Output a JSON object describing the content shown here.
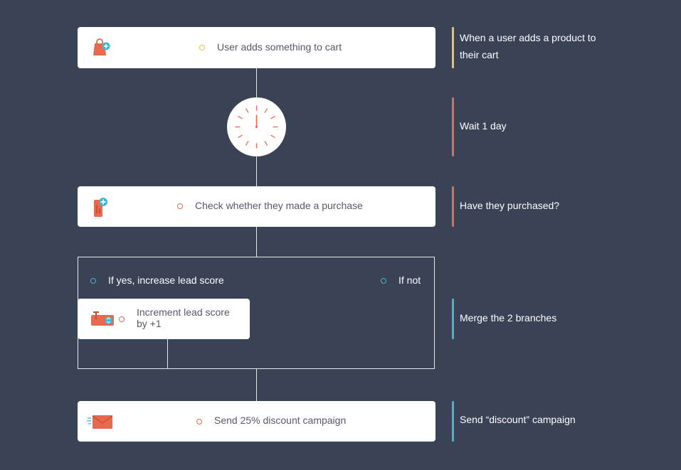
{
  "colors": {
    "background": "#3a4255",
    "node": "#ffffff",
    "connector": "#e5e8ef",
    "accent_yellow": "#f2c14e",
    "accent_red": "#e86a4e",
    "accent_blue": "#3fb6d3",
    "text_dark": "#55596a"
  },
  "nodes": {
    "trigger": {
      "label": "User adds something to cart",
      "icon": "shopping-bag-plus-icon"
    },
    "wait": {
      "icon": "clock-icon"
    },
    "check": {
      "label": "Check whether they made a purchase",
      "icon": "receipt-plus-icon"
    },
    "branch": {
      "yes_label": "If yes, increase lead score",
      "no_label": "If not",
      "action": {
        "label_line1": "Increment lead score",
        "label_line2": "by +1",
        "icon": "score-counter-icon"
      }
    },
    "send": {
      "label": "Send 25% discount campaign",
      "icon": "envelope-icon"
    }
  },
  "notes": [
    {
      "line1": "When a user adds a product to",
      "line2": "their cart",
      "color": "#f2c14e"
    },
    {
      "line1": "Wait 1 day",
      "color": "#e86a4e"
    },
    {
      "line1": "Have they purchased?",
      "color": "#e86a4e"
    },
    {
      "line1": "Merge the 2 branches",
      "color": "#3fb6d3"
    },
    {
      "line1": "Send “discount” campaign",
      "color": "#3fb6d3"
    }
  ]
}
